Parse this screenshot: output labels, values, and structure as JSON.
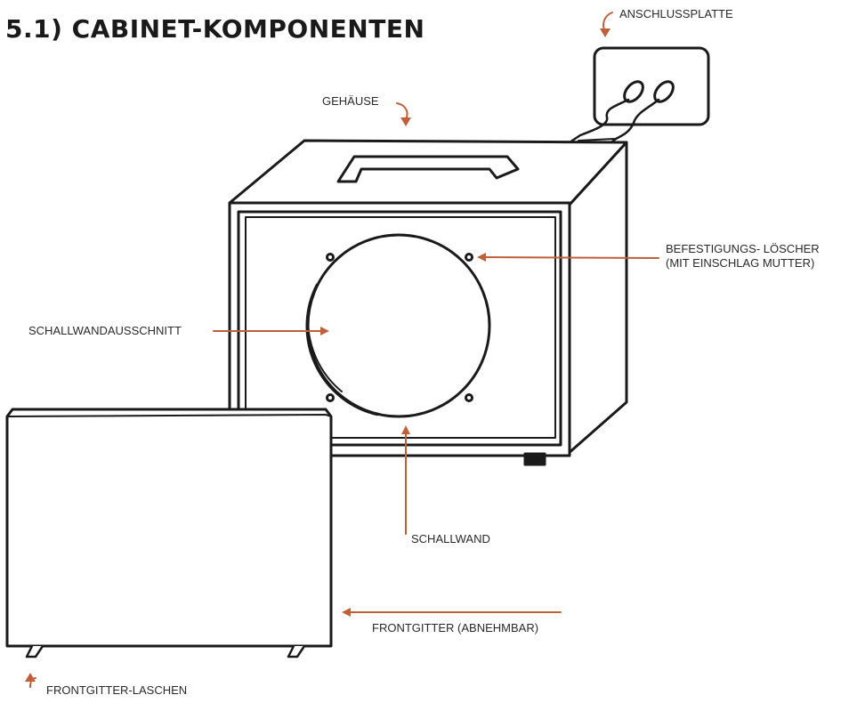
{
  "title": "5.1) CABINET-KOMPONENTEN",
  "labels": {
    "anschlussplatte": "ANSCHLUSSPLATTE",
    "gehaeuse": "GEHÄUSE",
    "befestigung_line1": "BEFESTIGUNGS- LÖSCHER",
    "befestigung_line2": "(MIT EINSCHLAG MUTTER)",
    "ausschnitt": "SCHALLWANDAUSSCHNITT",
    "schallwand": "SCHALLWAND",
    "frontgitter": "FRONTGITTER (ABNEHMBAR)",
    "laschen": "FRONTGITTER-LASCHEN"
  },
  "colors": {
    "line": "#1a1a1a",
    "arrow": "#c0603a",
    "fill": "#ffffff"
  }
}
